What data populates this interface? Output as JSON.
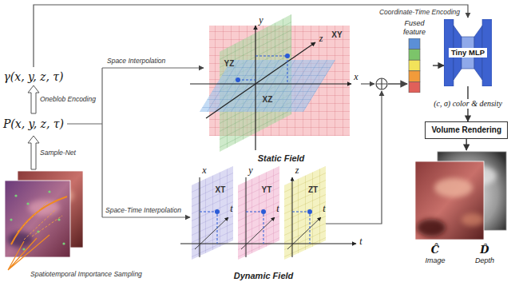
{
  "diagram": {
    "nodes": [
      {
        "text": [
          "Fused feature"
        ]
      },
      {
        "text": [
          "Tiny MLP"
        ]
      },
      {
        "text": [
          "Volume Rendering"
        ]
      },
      {
        "text": [
          "Ĉ",
          "Image",
          "D̂",
          "Depth"
        ]
      }
    ],
    "edges": [
      {
        "from": 0,
        "to": 1,
        "arrow": "to"
      },
      {
        "from": 1,
        "to": 2,
        "label": "(c, σ) color & density",
        "arrow": "to"
      },
      {
        "from": 2,
        "to": 3,
        "arrow": "to"
      }
    ],
    "labels": [
      "Coordinate-Time Encoding",
      "γ(x, y, z, τ)",
      "Oneblob Encoding",
      "P(x, y, z, τ)",
      "Sample-Net",
      "Spatiotemporal Importance Sampling",
      "Space Interpolation",
      "Space-Time Interpolation",
      "y",
      "x",
      "z",
      "XY",
      "YZ",
      "XZ",
      "Static Field",
      "x",
      "y",
      "z",
      "t",
      "t",
      "t",
      "t",
      "XT",
      "YT",
      "ZT",
      "Dynamic Field"
    ]
  }
}
